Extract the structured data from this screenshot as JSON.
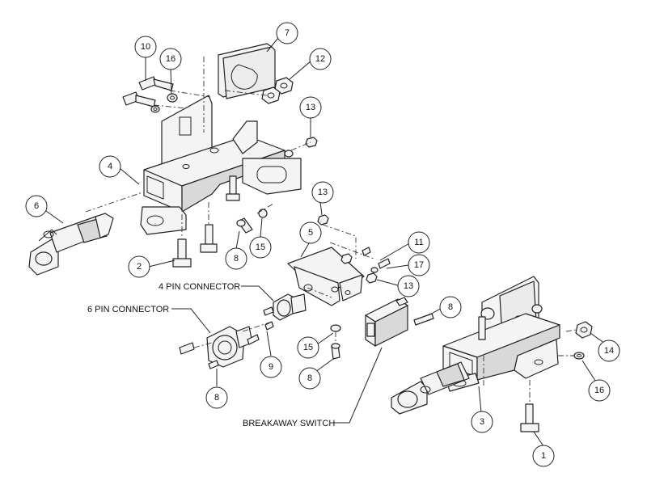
{
  "labels": {
    "four_pin": "4 PIN CONNECTOR",
    "six_pin": "6 PIN CONNECTOR",
    "breakaway": "BREAKAWAY SWITCH"
  },
  "balloons": [
    {
      "id": "b1",
      "text": "1"
    },
    {
      "id": "b2",
      "text": "2"
    },
    {
      "id": "b3",
      "text": "3"
    },
    {
      "id": "b4",
      "text": "4"
    },
    {
      "id": "b5",
      "text": "5"
    },
    {
      "id": "b6",
      "text": "6"
    },
    {
      "id": "b7",
      "text": "7"
    },
    {
      "id": "b8a",
      "text": "8"
    },
    {
      "id": "b8b",
      "text": "8"
    },
    {
      "id": "b8c",
      "text": "8"
    },
    {
      "id": "b8d",
      "text": "8"
    },
    {
      "id": "b9",
      "text": "9"
    },
    {
      "id": "b10",
      "text": "10"
    },
    {
      "id": "b11",
      "text": "11"
    },
    {
      "id": "b12",
      "text": "12"
    },
    {
      "id": "b13a",
      "text": "13"
    },
    {
      "id": "b13b",
      "text": "13"
    },
    {
      "id": "b13c",
      "text": "13"
    },
    {
      "id": "b14",
      "text": "14"
    },
    {
      "id": "b15a",
      "text": "15"
    },
    {
      "id": "b15b",
      "text": "15"
    },
    {
      "id": "b16a",
      "text": "16"
    },
    {
      "id": "b16b",
      "text": "16"
    },
    {
      "id": "b17",
      "text": "17"
    }
  ]
}
